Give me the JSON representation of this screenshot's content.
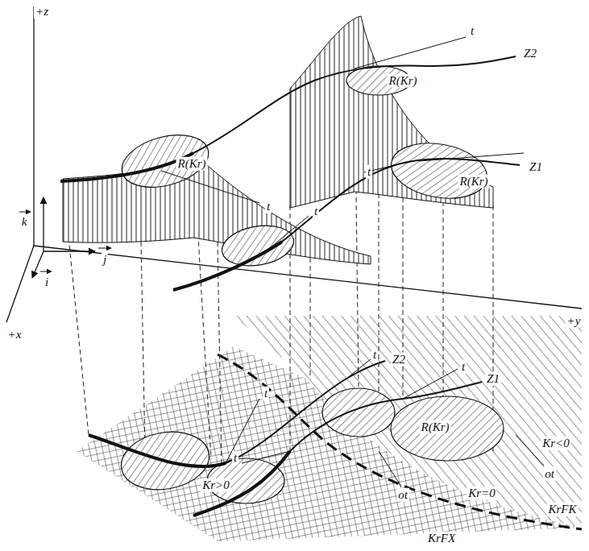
{
  "diagram": {
    "labels": [
      "+z",
      "t",
      "Z2",
      "R(Kr)",
      "R(Kr)",
      "t",
      "t",
      "Z1",
      "R(Kr)",
      "t",
      "k",
      "j",
      "i",
      "+x",
      "+y",
      "t",
      "Z2",
      "t",
      "Z1",
      "R(Kr)",
      "t",
      "t",
      "Kr<0",
      "Kr>0",
      "ot",
      "ot",
      "Kr=0",
      "KrFK",
      "KrFX"
    ]
  }
}
